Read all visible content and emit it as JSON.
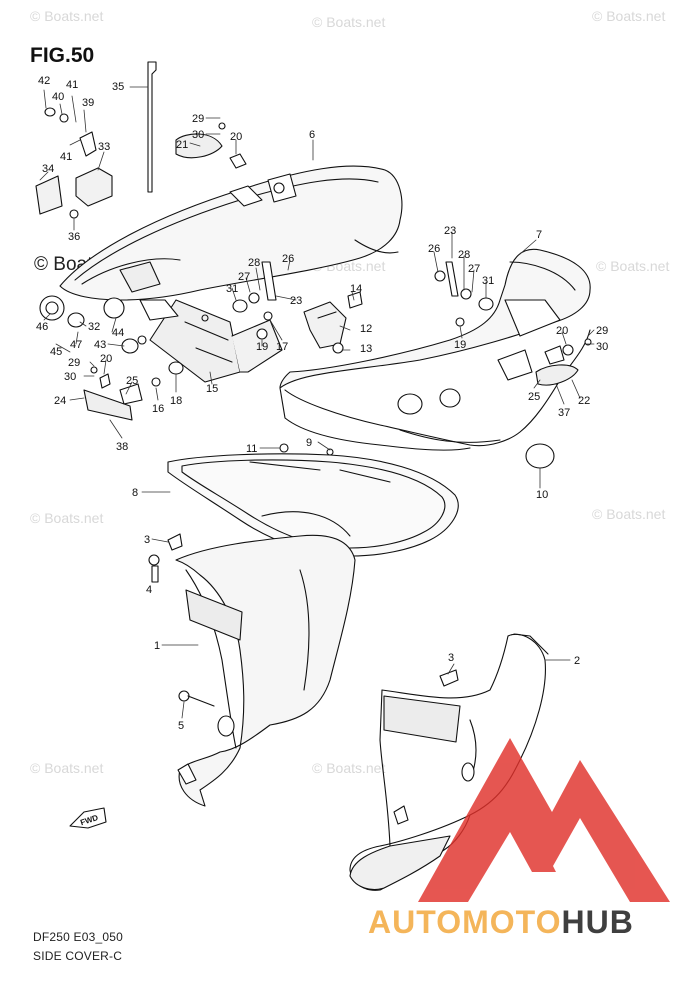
{
  "figure": {
    "title": "FIG.50",
    "code": "DF250 E03_050",
    "name": "SIDE COVER-C"
  },
  "watermark": {
    "site": "© Boats.net",
    "brand_part1": "AUTOMOTO",
    "brand_part2": "HUB",
    "brand_color_light": "#f4b55a",
    "brand_color_dark": "#3f3f3f",
    "logo_color": "#e0312b",
    "fwd_label": "FWD"
  },
  "callouts": [
    {
      "id": "c42",
      "label": "42"
    },
    {
      "id": "c40",
      "label": "40"
    },
    {
      "id": "c41a",
      "label": "41"
    },
    {
      "id": "c39",
      "label": "39"
    },
    {
      "id": "c35",
      "label": "35"
    },
    {
      "id": "c41b",
      "label": "41"
    },
    {
      "id": "c33",
      "label": "33"
    },
    {
      "id": "c34",
      "label": "34"
    },
    {
      "id": "c36",
      "label": "36"
    },
    {
      "id": "c29a",
      "label": "29"
    },
    {
      "id": "c30a",
      "label": "30"
    },
    {
      "id": "c21",
      "label": "21"
    },
    {
      "id": "c20a",
      "label": "20"
    },
    {
      "id": "c6",
      "label": "6"
    },
    {
      "id": "c23a",
      "label": "23"
    },
    {
      "id": "c26a",
      "label": "26"
    },
    {
      "id": "c28a",
      "label": "28"
    },
    {
      "id": "c27a",
      "label": "27"
    },
    {
      "id": "c31a",
      "label": "31"
    },
    {
      "id": "c7",
      "label": "7"
    },
    {
      "id": "c28b",
      "label": "28"
    },
    {
      "id": "c27b",
      "label": "27"
    },
    {
      "id": "c31b",
      "label": "31"
    },
    {
      "id": "c26b",
      "label": "26"
    },
    {
      "id": "c23b",
      "label": "23"
    },
    {
      "id": "c14",
      "label": "14"
    },
    {
      "id": "c12",
      "label": "12"
    },
    {
      "id": "c13",
      "label": "13"
    },
    {
      "id": "c46",
      "label": "46"
    },
    {
      "id": "c32",
      "label": "32"
    },
    {
      "id": "c44",
      "label": "44"
    },
    {
      "id": "c43",
      "label": "43"
    },
    {
      "id": "c45",
      "label": "45"
    },
    {
      "id": "c47",
      "label": "47"
    },
    {
      "id": "c29b",
      "label": "29"
    },
    {
      "id": "c30b",
      "label": "30"
    },
    {
      "id": "c20b",
      "label": "20"
    },
    {
      "id": "c19a",
      "label": "19"
    },
    {
      "id": "c17",
      "label": "17"
    },
    {
      "id": "c19b",
      "label": "19"
    },
    {
      "id": "c20c",
      "label": "20"
    },
    {
      "id": "c29c",
      "label": "29"
    },
    {
      "id": "c30c",
      "label": "30"
    },
    {
      "id": "c24",
      "label": "24"
    },
    {
      "id": "c25a",
      "label": "25"
    },
    {
      "id": "c16",
      "label": "16"
    },
    {
      "id": "c18",
      "label": "18"
    },
    {
      "id": "c15",
      "label": "15"
    },
    {
      "id": "c25b",
      "label": "25"
    },
    {
      "id": "c37",
      "label": "37"
    },
    {
      "id": "c22",
      "label": "22"
    },
    {
      "id": "c38",
      "label": "38"
    },
    {
      "id": "c11",
      "label": "11"
    },
    {
      "id": "c9",
      "label": "9"
    },
    {
      "id": "c10",
      "label": "10"
    },
    {
      "id": "c8",
      "label": "8"
    },
    {
      "id": "c3a",
      "label": "3"
    },
    {
      "id": "c4",
      "label": "4"
    },
    {
      "id": "c1",
      "label": "1"
    },
    {
      "id": "c5",
      "label": "5"
    },
    {
      "id": "c3b",
      "label": "3"
    },
    {
      "id": "c2",
      "label": "2"
    }
  ]
}
